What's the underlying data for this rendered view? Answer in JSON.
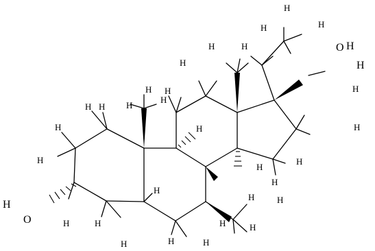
{
  "labels": {
    "hydrogen": "H",
    "oxygen": "O",
    "hydroxyl_left": "O",
    "hydroxyl_right": "O"
  },
  "colors": {
    "ink": "#000000",
    "background": "#ffffff"
  }
}
